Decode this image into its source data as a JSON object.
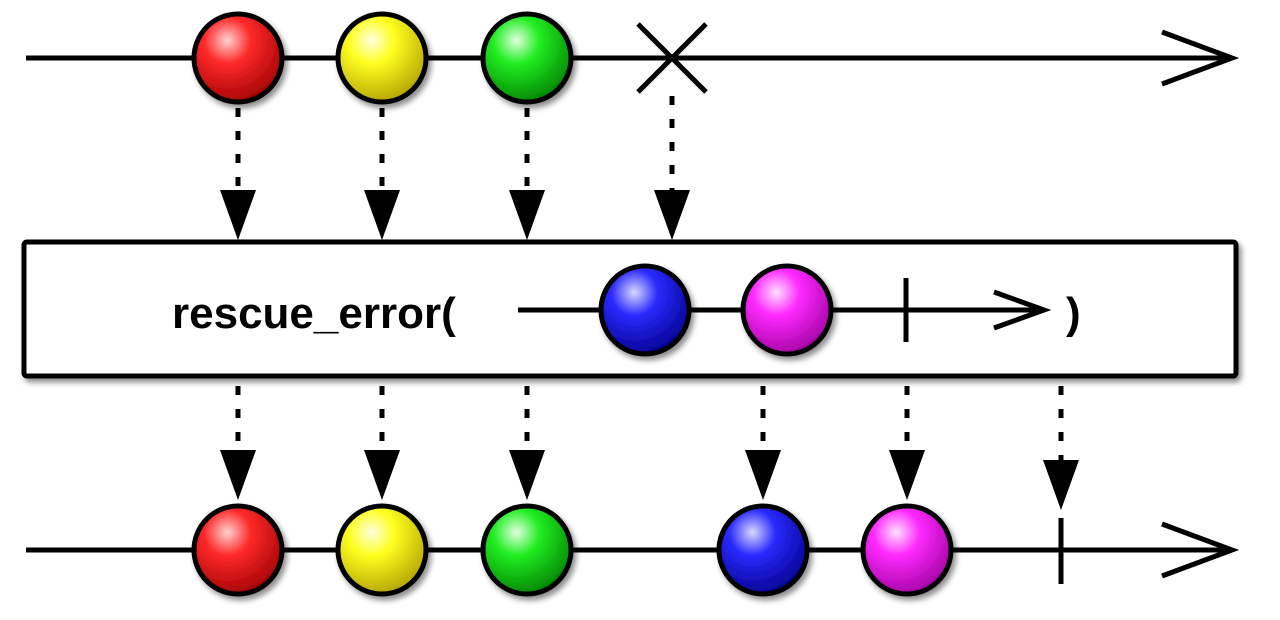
{
  "diagram": {
    "type": "marble-diagram",
    "operator": {
      "label": "rescue_error(",
      "closing": ")"
    },
    "colors": {
      "line": "#000000",
      "box_fill": "#ffffff",
      "red": "#ff1a1a",
      "yellow": "#ffff1a",
      "green": "#1aff1a",
      "blue": "#1a1aff",
      "magenta": "#ff1aff"
    },
    "source_stream": {
      "items": [
        "red",
        "yellow",
        "green"
      ],
      "terminal": "error"
    },
    "fallback_stream": {
      "items": [
        "blue",
        "magenta"
      ],
      "terminal": "complete"
    },
    "result_stream": {
      "items": [
        "red",
        "yellow",
        "green",
        "blue",
        "magenta"
      ],
      "terminal": "complete"
    }
  }
}
